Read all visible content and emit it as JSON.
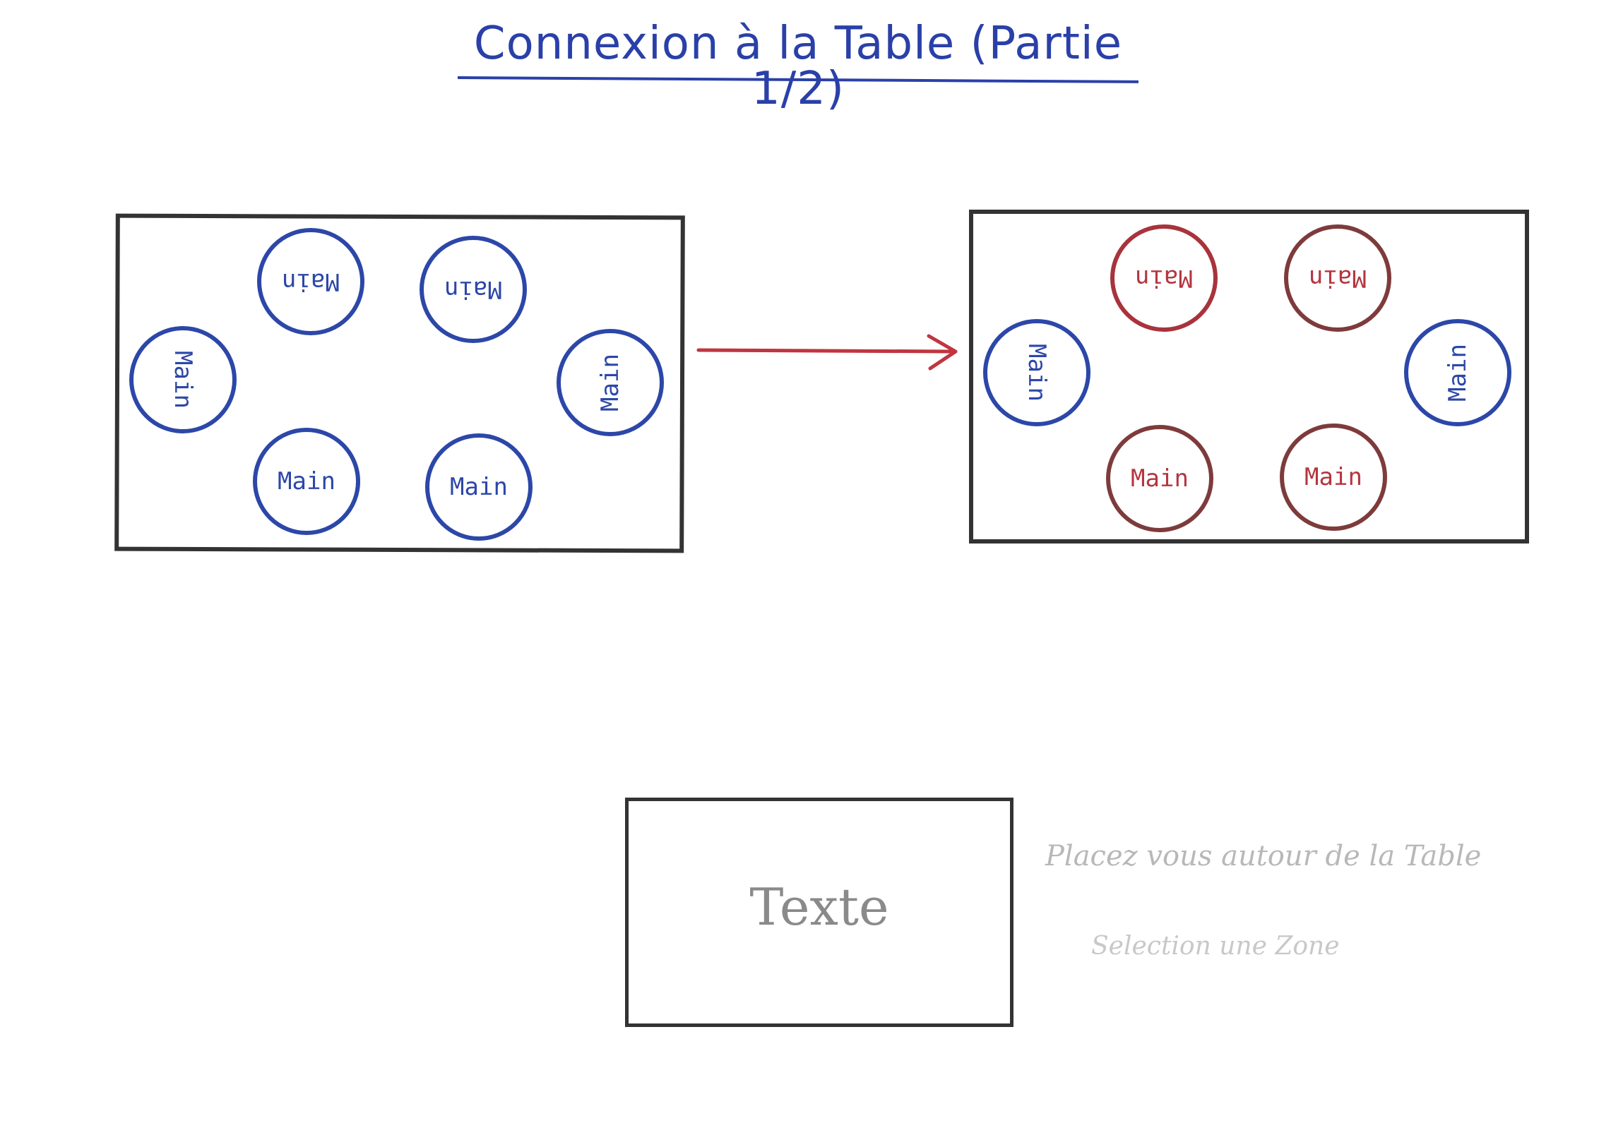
{
  "title": "Connexion à la Table (Partie 1/2)",
  "colors": {
    "title": "#2a40a8",
    "seat_blue": "#2c47a8",
    "seat_red": "#a8333c",
    "seat_brown": "#7e3b3b",
    "arrow": "#c0353f",
    "frame": "#333333",
    "note": "#b8b8b8"
  },
  "left_table": {
    "seats": [
      {
        "label": "Main",
        "color": "blue"
      },
      {
        "label": "Main",
        "color": "blue"
      },
      {
        "label": "Main",
        "color": "blue"
      },
      {
        "label": "Main",
        "color": "blue"
      },
      {
        "label": "Main",
        "color": "blue"
      },
      {
        "label": "Main",
        "color": "blue"
      }
    ]
  },
  "right_table": {
    "seats": [
      {
        "label": "Main",
        "color": "red"
      },
      {
        "label": "Main",
        "color": "brown"
      },
      {
        "label": "Main",
        "color": "blue"
      },
      {
        "label": "Main",
        "color": "blue"
      },
      {
        "label": "Main",
        "color": "brown"
      },
      {
        "label": "Main",
        "color": "brown"
      }
    ]
  },
  "text_box": {
    "label": "Texte"
  },
  "notes": {
    "line1": "Placez vous autour de la Table",
    "line2": "Selection une Zone"
  }
}
